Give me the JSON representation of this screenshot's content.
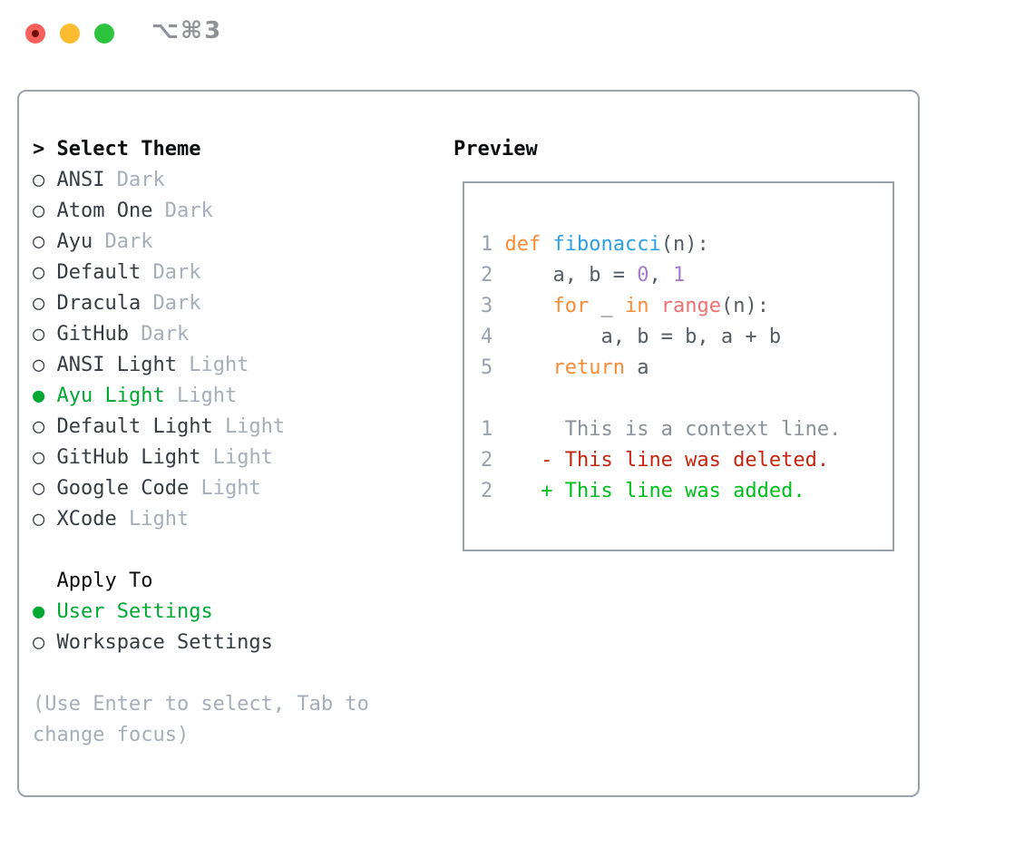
{
  "window": {
    "title": "⌥⌘3",
    "traffic_lights": [
      "close",
      "minimize",
      "zoom"
    ]
  },
  "theme_picker": {
    "header": {
      "marker": ">",
      "label": "Select Theme"
    },
    "themes": [
      {
        "marker": "○",
        "name": "ANSI",
        "tag": "Dark",
        "selected": false
      },
      {
        "marker": "○",
        "name": "Atom One",
        "tag": "Dark",
        "selected": false
      },
      {
        "marker": "○",
        "name": "Ayu",
        "tag": "Dark",
        "selected": false
      },
      {
        "marker": "○",
        "name": "Default",
        "tag": "Dark",
        "selected": false
      },
      {
        "marker": "○",
        "name": "Dracula",
        "tag": "Dark",
        "selected": false
      },
      {
        "marker": "○",
        "name": "GitHub",
        "tag": "Dark",
        "selected": false
      },
      {
        "marker": "○",
        "name": "ANSI Light",
        "tag": "Light",
        "selected": false
      },
      {
        "marker": "●",
        "name": "Ayu Light",
        "tag": "Light",
        "selected": true
      },
      {
        "marker": "○",
        "name": "Default Light",
        "tag": "Light",
        "selected": false
      },
      {
        "marker": "○",
        "name": "GitHub Light",
        "tag": "Light",
        "selected": false
      },
      {
        "marker": "○",
        "name": "Google Code",
        "tag": "Light",
        "selected": false
      },
      {
        "marker": "○",
        "name": "XCode",
        "tag": "Light",
        "selected": false
      }
    ],
    "apply_to": {
      "label": "Apply To",
      "options": [
        {
          "marker": "●",
          "name": "User Settings",
          "selected": true
        },
        {
          "marker": "○",
          "name": "Workspace Settings",
          "selected": false
        }
      ]
    },
    "hint_lines": [
      "(Use Enter to select, Tab to",
      "change focus)"
    ]
  },
  "preview": {
    "label": "Preview",
    "lines": [
      {
        "num": "1",
        "segments": [
          {
            "text": " ",
            "role": "fg"
          },
          {
            "text": "def",
            "role": "kw"
          },
          {
            "text": " ",
            "role": "fg"
          },
          {
            "text": "fibonacci",
            "role": "fn"
          },
          {
            "text": "(n):",
            "role": "fg"
          }
        ]
      },
      {
        "num": "2",
        "segments": [
          {
            "text": "     a, b = ",
            "role": "fg"
          },
          {
            "text": "0",
            "role": "cn"
          },
          {
            "text": ", ",
            "role": "fg"
          },
          {
            "text": "1",
            "role": "cn"
          }
        ]
      },
      {
        "num": "3",
        "segments": [
          {
            "text": "     ",
            "role": "fg"
          },
          {
            "text": "for",
            "role": "kw"
          },
          {
            "text": " _ ",
            "role": "fg"
          },
          {
            "text": "in",
            "role": "kw"
          },
          {
            "text": " ",
            "role": "fg"
          },
          {
            "text": "range",
            "role": "bi"
          },
          {
            "text": "(n):",
            "role": "fg"
          }
        ]
      },
      {
        "num": "4",
        "segments": [
          {
            "text": "         a, b = b, a + b",
            "role": "fg"
          }
        ]
      },
      {
        "num": "5",
        "segments": [
          {
            "text": "     ",
            "role": "fg"
          },
          {
            "text": "return",
            "role": "kw"
          },
          {
            "text": " a",
            "role": "fg"
          }
        ]
      },
      {
        "num": "",
        "segments": []
      },
      {
        "num": "1",
        "segments": [
          {
            "text": "      This is a context line.",
            "role": "ctx"
          }
        ]
      },
      {
        "num": "2",
        "segments": [
          {
            "text": "    ",
            "role": "fg"
          },
          {
            "text": "- This line was deleted.",
            "role": "del"
          }
        ]
      },
      {
        "num": "2",
        "segments": [
          {
            "text": "    ",
            "role": "fg"
          },
          {
            "text": "+ This line was added.",
            "role": "add"
          }
        ]
      }
    ]
  },
  "colors": {
    "panel_border": "#9aa1ac",
    "titlebar_text": "#8f9298",
    "traffic_red": "#f5605a",
    "traffic_red_dot": "#6e1007",
    "traffic_yellow": "#fdbc2f",
    "traffic_green": "#2ec33e",
    "heading": "#0c0d0f",
    "list_text": "#363b44",
    "muted": "#a6aeb9",
    "selection_green": "#00a732",
    "code_text": "#565c66",
    "line_number": "#9aa2ad",
    "keyword_orange": "#fa8c35",
    "function_blue": "#2aa0e6",
    "number_purple": "#a37acc",
    "builtin_coral": "#f07171",
    "context_gray": "#8a9199",
    "deleted_red": "#c5250f",
    "added_green": "#00bf1d"
  }
}
